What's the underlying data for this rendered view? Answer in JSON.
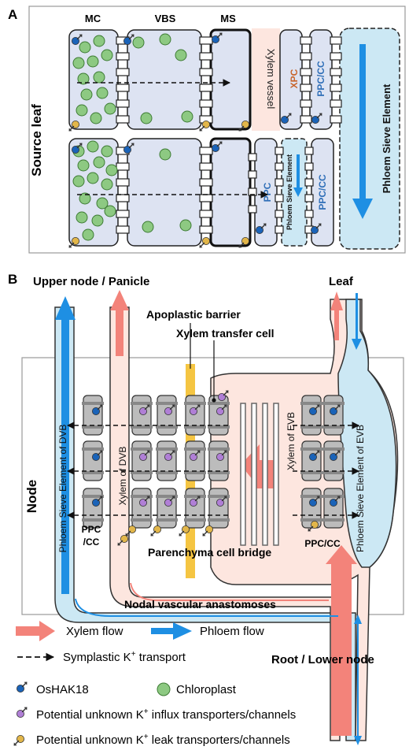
{
  "panel_a": {
    "letter": "A",
    "side_label": "Source leaf",
    "cell_labels": {
      "mc": "MC",
      "vbs": "VBS",
      "ms": "MS"
    },
    "xylem_vessel": "Xylem vessel",
    "xpc": "XPC",
    "ppc_cc_top": "PPC/CC",
    "ppc_cc_bottom": "PPC/CC",
    "ppc": "PPC",
    "sieve_small": "Phloem Sieve  Element",
    "sieve_big": "Phloem Sieve  Element"
  },
  "panel_b": {
    "letter": "B",
    "upper": "Upper node / Panicle",
    "leaf": "Leaf",
    "apoplastic_barrier": "Apoplastic barrier",
    "xylem_transfer_cell": "Xylem transfer cell",
    "node": "Node",
    "sieve_dvb": "Phloem Sieve  Element of DVB",
    "xylem_dvb": "Xylem of DVB",
    "xylem_evb": "Xylem of EVB",
    "sieve_evb": "Phloem Sieve  Element of EVB",
    "ppc_cc_left_1": "PPC",
    "ppc_cc_left_2": "/CC",
    "ppc_cc_right": "PPC/CC",
    "parenchyma_bridge": "Parenchyma cell bridge",
    "nodal_anastomoses": "Nodal vascular anastomoses",
    "root": "Root / Lower node"
  },
  "legend": {
    "xylem_flow": "Xylem flow",
    "phloem_flow": "Phloem flow",
    "symplastic": "Symplastic K",
    "symplastic_sup": "+",
    "symplastic_tail": " transport",
    "oshak18": "OsHAK18",
    "chloroplast": "Chloroplast",
    "influx": "Potential unknown K",
    "influx_sup": "+",
    "influx_tail": " influx transporters/channels",
    "leak": "Potential unknown K",
    "leak_sup": "+",
    "leak_tail": " leak transporters/channels"
  },
  "colors": {
    "xylem_arrow": "#f3837a",
    "phloem_arrow": "#1e8fe3",
    "sieve_fill": "#cce8f4",
    "cell_fill": "#dde3f2",
    "xylem_bg": "#fde6df",
    "chloroplast": "#8dc982",
    "gray_cell": "#bcbcbc",
    "barrier": "#f5c542",
    "oshak18": "#1a63b8",
    "influx": "#b07fd6",
    "leak": "#e2b64a"
  }
}
